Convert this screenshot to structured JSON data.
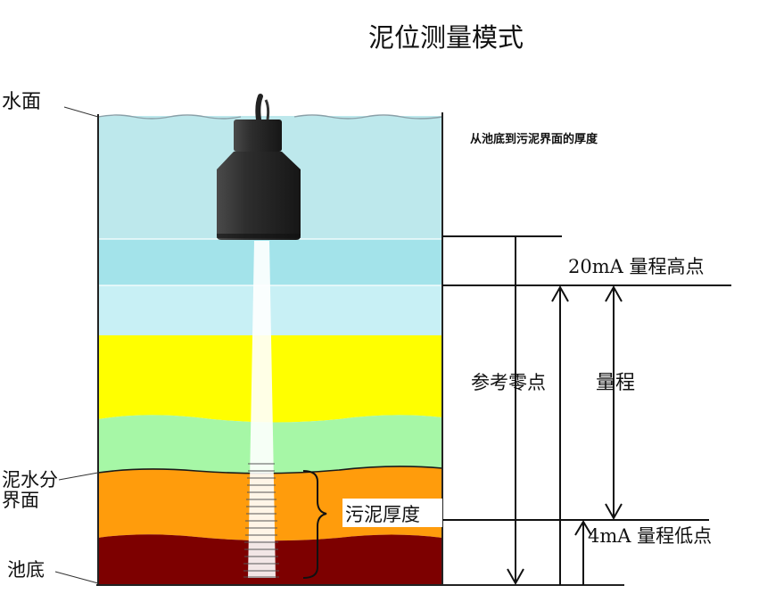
{
  "title": "泥位测量模式",
  "labels": {
    "water_surface": "水面",
    "note": "从池底到污泥界面的厚度",
    "high_point": "20mA 量程高点",
    "reference_zero": "参考零点",
    "range": "量程",
    "mud_water_interface_line1": "泥水分",
    "mud_water_interface_line2": "界面",
    "sludge_thickness": "污泥厚度",
    "low_point": "4mA 量程低点",
    "tank_bottom": "池底"
  },
  "colors": {
    "water_top": "#bde8ec",
    "water_upper": "#a3e3ea",
    "water_lower": "#c8f0f5",
    "layer_yellow": "#ffff00",
    "layer_green": "#a6f7a6",
    "layer_orange": "#ff9c0c",
    "layer_darkred": "#7d0000",
    "sensor_body": "#2b2b2b"
  }
}
